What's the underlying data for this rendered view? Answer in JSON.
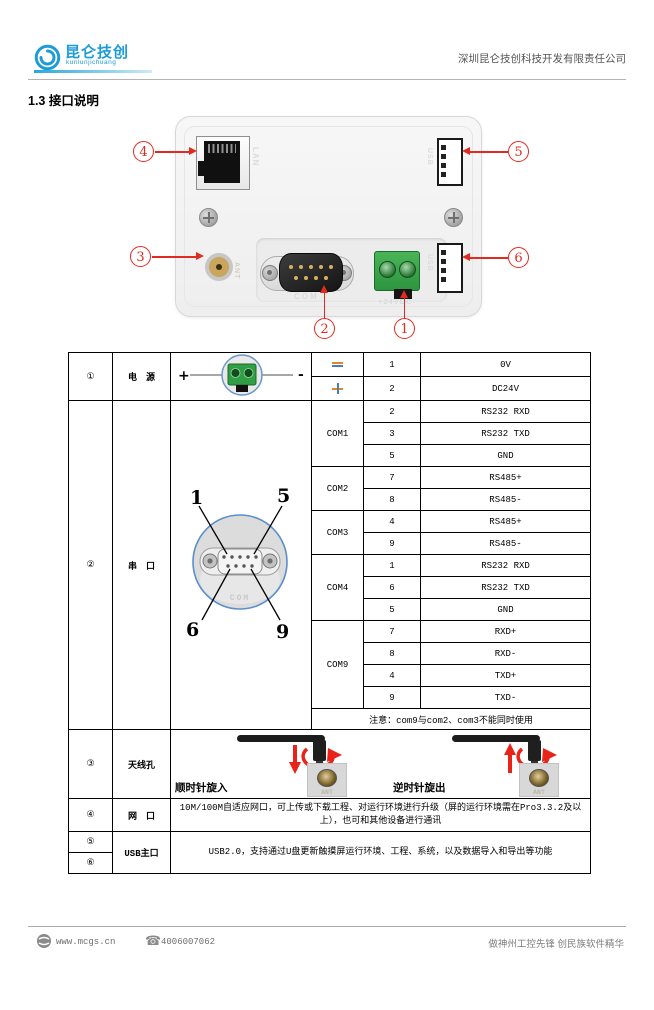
{
  "header": {
    "logo_text": "昆仑技创",
    "logo_sub": "kunlunjichuang",
    "company": "深圳昆仑技创科技开发有限责任公司"
  },
  "section_title": "1.3 接口说明",
  "device": {
    "callouts": [
      "1",
      "2",
      "3",
      "4",
      "5",
      "6"
    ],
    "labels": {
      "lan": "LAN",
      "usb_top": "USB",
      "usb_bottom": "USB",
      "com": "COM",
      "power": "+24VDC-",
      "ant": "ANT"
    }
  },
  "table": {
    "power": {
      "num": "①",
      "label": "电　源",
      "plus": "+",
      "minus": "-",
      "rows": [
        {
          "sign": "-",
          "pin": "1",
          "desc": "0V"
        },
        {
          "sign": "+",
          "pin": "2",
          "desc": "DC24V"
        }
      ]
    },
    "serial": {
      "num": "②",
      "label": "串　口",
      "pin_labels": [
        "1",
        "5",
        "6",
        "9"
      ],
      "com_label": "COM",
      "groups": [
        {
          "name": "COM1",
          "pins": [
            {
              "pin": "2",
              "desc": "RS232 RXD"
            },
            {
              "pin": "3",
              "desc": "RS232 TXD"
            },
            {
              "pin": "5",
              "desc": "GND"
            }
          ]
        },
        {
          "name": "COM2",
          "pins": [
            {
              "pin": "7",
              "desc": "RS485+"
            },
            {
              "pin": "8",
              "desc": "RS485-"
            }
          ]
        },
        {
          "name": "COM3",
          "pins": [
            {
              "pin": "4",
              "desc": "RS485+"
            },
            {
              "pin": "9",
              "desc": "RS485-"
            }
          ]
        },
        {
          "name": "COM4",
          "pins": [
            {
              "pin": "1",
              "desc": "RS232 RXD"
            },
            {
              "pin": "6",
              "desc": "RS232 TXD"
            },
            {
              "pin": "5",
              "desc": "GND"
            }
          ]
        },
        {
          "name": "COM9",
          "pins": [
            {
              "pin": "7",
              "desc": "RXD+"
            },
            {
              "pin": "8",
              "desc": "RXD-"
            },
            {
              "pin": "4",
              "desc": "TXD+"
            },
            {
              "pin": "9",
              "desc": "TXD-"
            }
          ]
        }
      ],
      "note": "注意：com9与com2、com3不能同时使用"
    },
    "antenna": {
      "num": "③",
      "label": "天线孔",
      "caption_in": "顺时针旋入",
      "caption_out": "逆时针旋出",
      "ant_label": "ANT"
    },
    "lan": {
      "num": "④",
      "label": "网　口",
      "desc": "10M/100M自适应网口，可上传或下载工程、对运行环境进行升级（屏的运行环境需在Pro3.3.2及以上），也可和其他设备进行通讯"
    },
    "usb": {
      "num5": "⑤",
      "num6": "⑥",
      "label": "USB主口",
      "desc": "USB2.0，支持通过U盘更新触摸屏运行环境、工程、系统，以及数据导入和导出等功能"
    }
  },
  "footer": {
    "website": "www.mcgs.cn",
    "phone": "4006007062",
    "slogan": "做神州工控先锋 创民族软件精华"
  },
  "colors": {
    "accent_red": "#e02b20",
    "logo_blue": "#1b9cd8",
    "terminal_green": "#2f9e44"
  }
}
